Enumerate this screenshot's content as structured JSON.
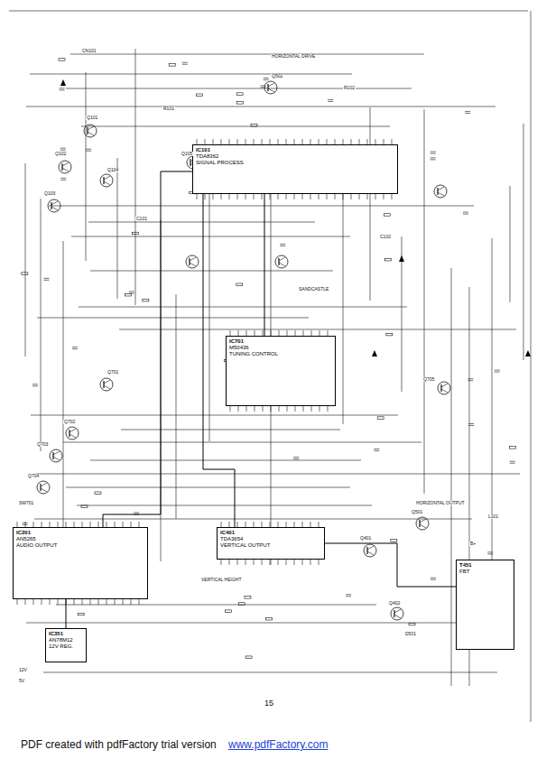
{
  "diagram": {
    "nodes": [
      {
        "text": [
          "IC101",
          "TDA8362",
          "SIGNAL PROCESS"
        ]
      },
      {
        "text": [
          "IC701",
          "M50436",
          "TUNING CONTROL"
        ]
      },
      {
        "text": [
          "IC401",
          "TDA3654",
          "VERTICAL OUTPUT"
        ]
      },
      {
        "text": [
          "IC201",
          "AN5265",
          "AUDIO OUTPUT"
        ]
      },
      {
        "text": [
          "IC351",
          "AN78M12",
          "12V REG."
        ]
      },
      {
        "text": [
          "T451",
          "FBT"
        ]
      }
    ],
    "edges": [
      {
        "from": 0,
        "to": 1,
        "arrow": "none"
      },
      {
        "from": 0,
        "to": 2,
        "arrow": "none"
      },
      {
        "from": 0,
        "to": 3,
        "arrow": "none"
      },
      {
        "from": 4,
        "to": 3,
        "arrow": "none"
      },
      {
        "from": 2,
        "to": 5,
        "arrow": "none"
      }
    ],
    "labels": [
      "15",
      "PDF created with pdfFactory trial version ",
      "www.pdfFactory.com",
      "Q101",
      "Q102",
      "Q103",
      "Q104",
      "Q105",
      "Q701",
      "Q702",
      "Q703",
      "Q704",
      "Q705",
      "Q401",
      "Q402",
      "Q501",
      "Q502",
      "HORIZONTAL DRIVE",
      "HORIZONTAL OUTPUT",
      "SANDCASTLE",
      "VERTICAL HEIGHT",
      "B+",
      "12V",
      "5V",
      "R101",
      "R102",
      "C101",
      "C102",
      "L101",
      "D501",
      "CN101",
      "SW701"
    ]
  }
}
